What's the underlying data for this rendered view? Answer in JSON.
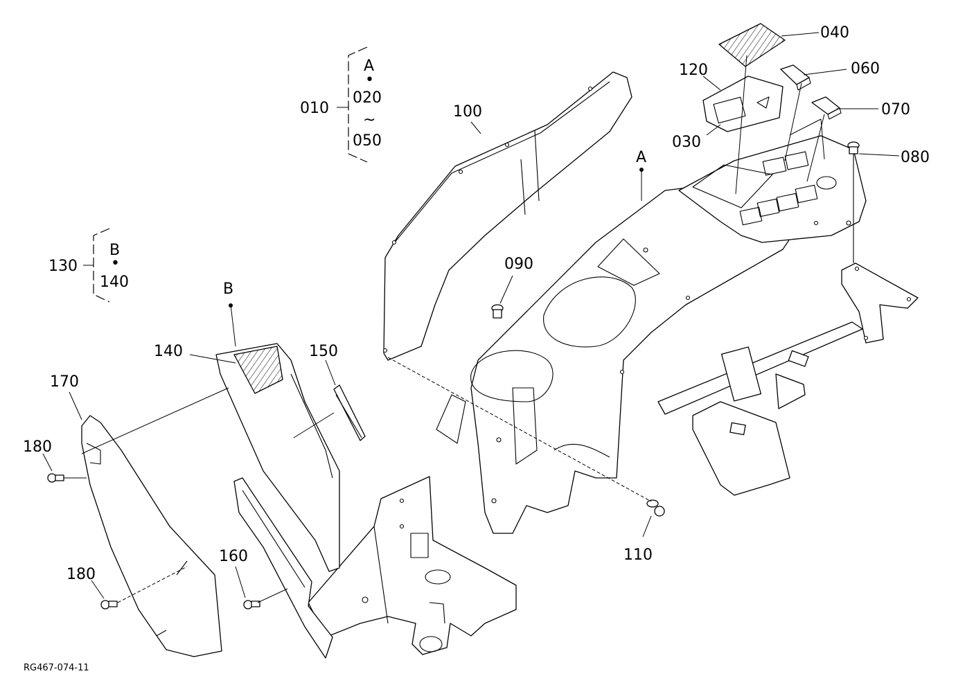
{
  "diagram_id": "RG467-074-11",
  "callouts": {
    "c010": "010",
    "c020": "020",
    "c030": "030",
    "c040": "040",
    "c050": "050",
    "c060": "060",
    "c070": "070",
    "c080": "080",
    "c090": "090",
    "c100": "100",
    "c110": "110",
    "c120": "120",
    "c130": "130",
    "c140_group": "140",
    "c140": "140",
    "c150": "150",
    "c160": "160",
    "c170": "170",
    "c180_top": "180",
    "c180_bottom": "180"
  },
  "ref_letters": {
    "a_group": "A",
    "a_point": "A",
    "b_group": "B",
    "b_point": "B"
  },
  "group_marks": {
    "tilde": "~",
    "dot": "•"
  },
  "colors": {
    "line": "#000000",
    "background": "#ffffff"
  }
}
